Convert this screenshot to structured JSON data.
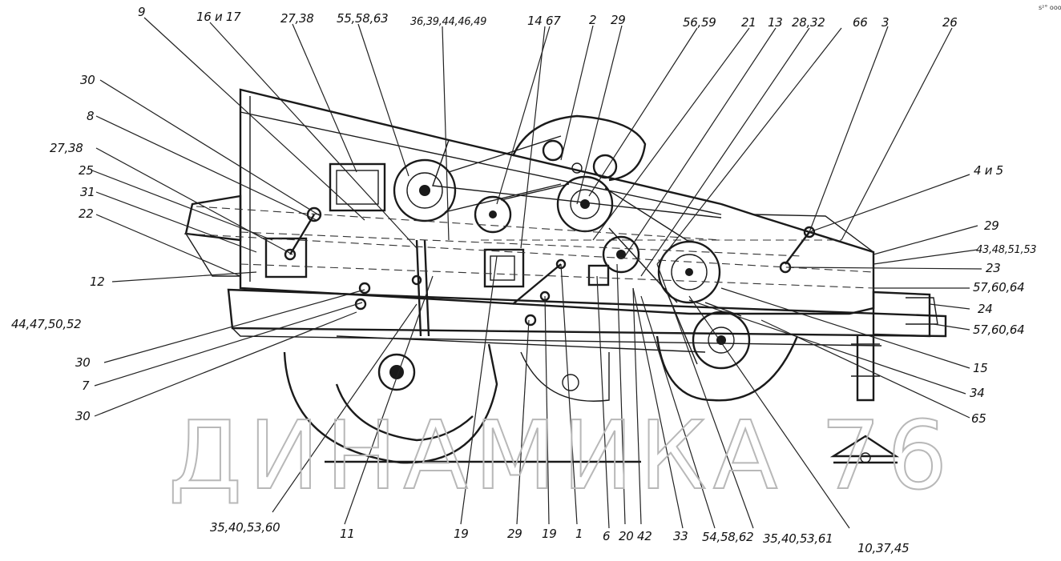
{
  "watermark": "ДИНАМИКА 76",
  "corner_mark": "s²° ooo",
  "labels": {
    "l_9": "9",
    "l_16_17": "16 и 17",
    "l_27_38_top": "27,38",
    "l_55_58_63": "55,58,63",
    "l_36_39_44_46_49": "36,39,44,46,49",
    "l_14_67": "14 67",
    "l_2": "2",
    "l_29_top": "29",
    "l_56_59": "56,59",
    "l_21": "21",
    "l_13": "13",
    "l_28_32": "28,32",
    "l_66": "66",
    "l_3": "3",
    "l_26": "26",
    "l_30_left": "30",
    "l_8": "8",
    "l_27_38_left": "27,38",
    "l_25": "25",
    "l_31": "31",
    "l_22": "22",
    "l_12": "12",
    "l_44_47_50_52": "44,47,50,52",
    "l_30_mid": "30",
    "l_7": "7",
    "l_30_low": "30",
    "l_4_5": "4 и 5",
    "l_29_right": "29",
    "l_43_48_51_53": "43,48,51,53",
    "l_23": "23",
    "l_57_60_64_a": "57,60,64",
    "l_24": "24",
    "l_57_60_64_b": "57,60,64",
    "l_15": "15",
    "l_34": "34",
    "l_65": "65",
    "l_35_40_53_60": "35,40,53,60",
    "l_11": "11",
    "l_19_a": "19",
    "l_29_bottom": "29",
    "l_19_b": "19",
    "l_1": "1",
    "l_6": "6",
    "l_20_42": "20 42",
    "l_33": "33",
    "l_54_58_62": "54,58,62",
    "l_35_40_53_61": "35,40,53,61",
    "l_10_37_45": "10,37,45"
  }
}
